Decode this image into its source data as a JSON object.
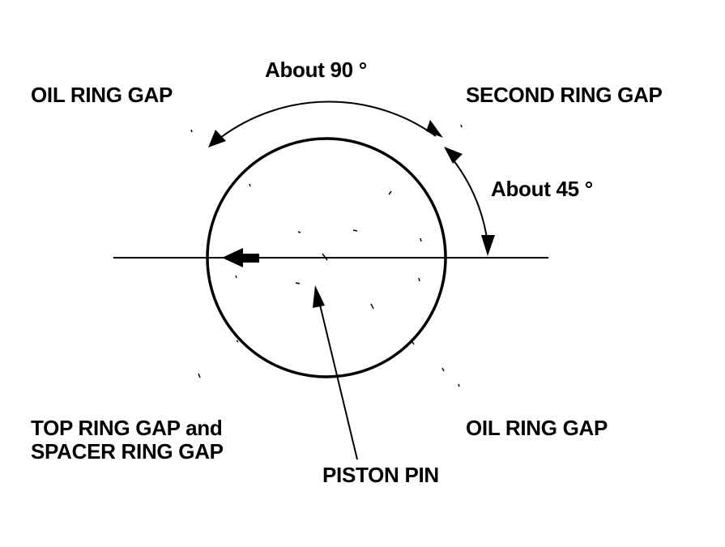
{
  "labels": {
    "oil_ring_gap_top": "OIL RING GAP",
    "second_ring_gap": "SECOND RING GAP",
    "about_90": "About 90 °",
    "about_45": "About 45 °",
    "top_ring_gap_line1": "TOP RING GAP and",
    "top_ring_gap_line2": "SPACER RING GAP",
    "oil_ring_gap_bottom": "OIL RING GAP",
    "piston_pin": "PISTON PIN"
  },
  "colors": {
    "ink": "#000000",
    "background": "#ffffff"
  }
}
